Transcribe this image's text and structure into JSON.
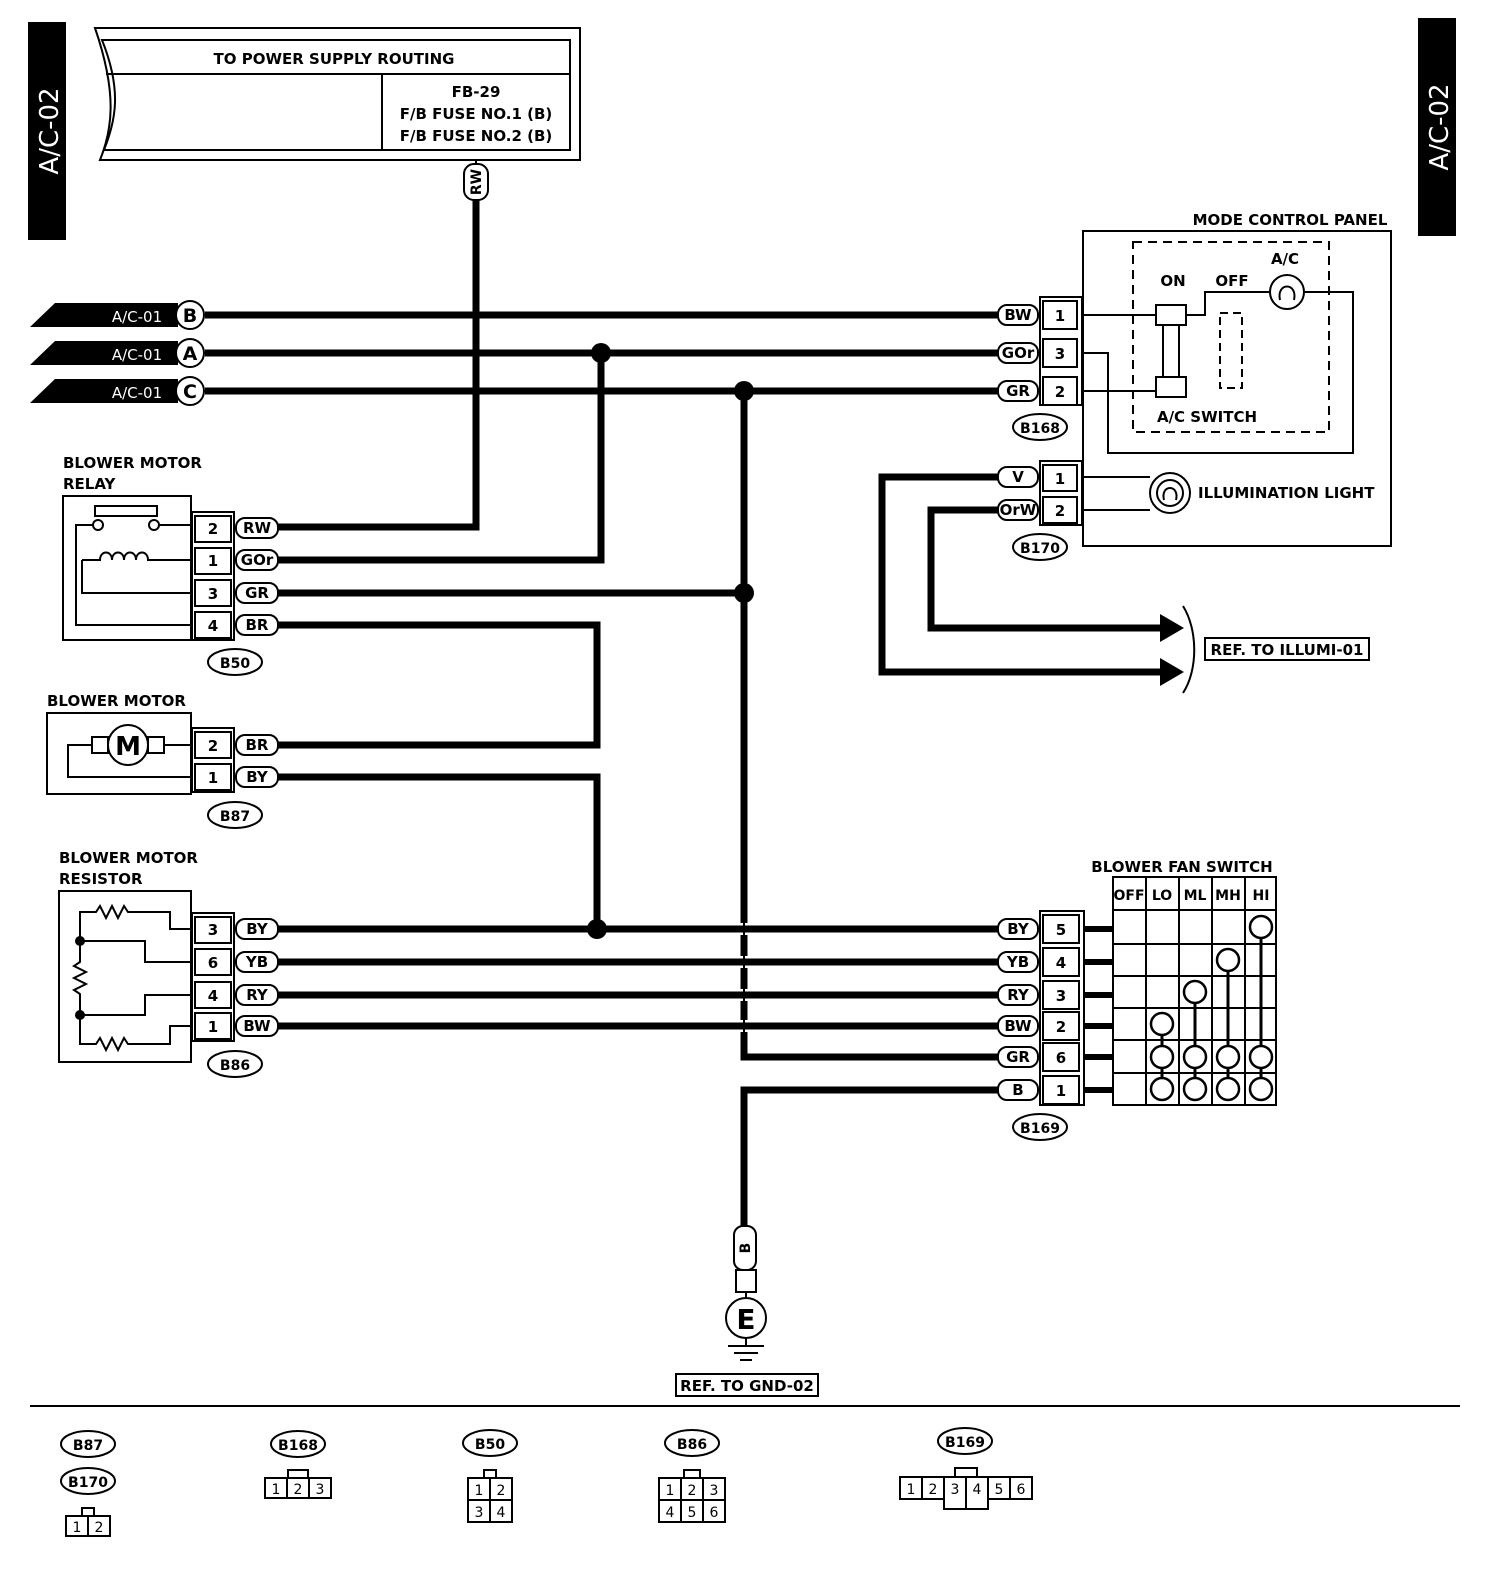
{
  "side_tabs": {
    "left": "A/C-02",
    "right": "A/C-02"
  },
  "power": {
    "title": "TO POWER SUPPLY ROUTING",
    "fb": "FB-29",
    "fuse1": "F/B FUSE NO.1 (B)",
    "fuse2": "F/B FUSE NO.2 (B)",
    "wire": "RW"
  },
  "refs_in": [
    {
      "label": "A/C-01",
      "letter": "B"
    },
    {
      "label": "A/C-01",
      "letter": "A"
    },
    {
      "label": "A/C-01",
      "letter": "C"
    }
  ],
  "mode_panel": {
    "title": "MODE CONTROL PANEL",
    "on": "ON",
    "off": "OFF",
    "ac": "A/C",
    "switch": "A/C SWITCH",
    "illum": "ILLUMINATION LIGHT"
  },
  "b168": {
    "id": "B168",
    "pins": [
      {
        "color": "BW",
        "pin": "1"
      },
      {
        "color": "GOr",
        "pin": "3"
      },
      {
        "color": "GR",
        "pin": "2"
      }
    ]
  },
  "b170": {
    "id": "B170",
    "pins": [
      {
        "color": "V",
        "pin": "1"
      },
      {
        "color": "OrW",
        "pin": "2"
      }
    ]
  },
  "illum_ref": "REF. TO ILLUMI-01",
  "relay": {
    "title1": "BLOWER MOTOR",
    "title2": "RELAY",
    "id": "B50",
    "pins": [
      {
        "pin": "2",
        "color": "RW"
      },
      {
        "pin": "1",
        "color": "GOr"
      },
      {
        "pin": "3",
        "color": "GR"
      },
      {
        "pin": "4",
        "color": "BR"
      }
    ]
  },
  "motor": {
    "title": "BLOWER MOTOR",
    "symbol": "M",
    "id": "B87",
    "pins": [
      {
        "pin": "2",
        "color": "BR"
      },
      {
        "pin": "1",
        "color": "BY"
      }
    ]
  },
  "resistor": {
    "title1": "BLOWER MOTOR",
    "title2": "RESISTOR",
    "id": "B86",
    "pins": [
      {
        "pin": "3",
        "color": "BY"
      },
      {
        "pin": "6",
        "color": "YB"
      },
      {
        "pin": "4",
        "color": "RY"
      },
      {
        "pin": "1",
        "color": "BW"
      }
    ]
  },
  "fan_switch": {
    "title": "BLOWER FAN SWITCH",
    "id": "B169",
    "headers": [
      "OFF",
      "LO",
      "ML",
      "MH",
      "HI"
    ],
    "pins": [
      {
        "color": "BY",
        "pin": "5"
      },
      {
        "color": "YB",
        "pin": "4"
      },
      {
        "color": "RY",
        "pin": "3"
      },
      {
        "color": "BW",
        "pin": "2"
      },
      {
        "color": "GR",
        "pin": "6"
      },
      {
        "color": "B",
        "pin": "1"
      }
    ]
  },
  "ground": {
    "wire": "B",
    "letter": "E",
    "ref": "REF. TO GND-02"
  },
  "legend": {
    "b87": "B87",
    "b170": "B170",
    "b168": "B168",
    "b50": "B50",
    "b86": "B86",
    "b169": "B169",
    "p12": [
      "1",
      "2"
    ],
    "p123": [
      "1",
      "2",
      "3"
    ],
    "p1234": [
      "1",
      "2",
      "3",
      "4"
    ],
    "p123456": [
      "1",
      "2",
      "3",
      "4",
      "5",
      "6"
    ]
  }
}
